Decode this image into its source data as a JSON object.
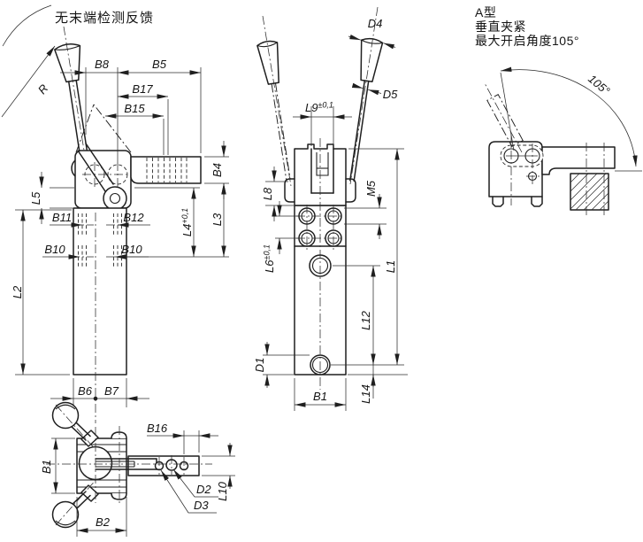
{
  "drawing": {
    "note": "无末端检测反馈",
    "variant": {
      "line1": "A型",
      "line2": "垂直夹紧",
      "line3": "最大开启角度105°"
    },
    "colors": {
      "line": "#1f1f1f",
      "background": "#ffffff"
    },
    "views": {
      "front": {
        "title": "front-view",
        "labels": {
          "R": "R",
          "B8": "B8",
          "B5": "B5",
          "B17": "B17",
          "B15": "B15",
          "L5": "L5",
          "B11": "B11",
          "B12": "B12",
          "B10_left": "B10",
          "B10_right": "B10",
          "L2": "L2",
          "B6": "B6",
          "B7": "B7",
          "B4": "B4",
          "L3": "L3",
          "L4": "L4",
          "L4_tol": "+0,1"
        }
      },
      "side": {
        "title": "side-view",
        "labels": {
          "D4": "D4",
          "D5": "D5",
          "L9": "L9",
          "L9_tol": "±0,1",
          "L8": "L8",
          "M5": "M5",
          "L6": "L6",
          "L6_tol": "±0,1",
          "L1": "L1",
          "L12": "L12",
          "D1": "D1",
          "B1": "B1",
          "L14": "L14"
        }
      },
      "angle": {
        "title": "opening-angle-view",
        "labels": {
          "opening_angle": "105°"
        }
      },
      "top": {
        "title": "top-view",
        "labels": {
          "B16": "B16",
          "B1": "B1",
          "D2": "D2",
          "D3": "D3",
          "L10": "L10",
          "B2": "B2"
        }
      }
    }
  }
}
